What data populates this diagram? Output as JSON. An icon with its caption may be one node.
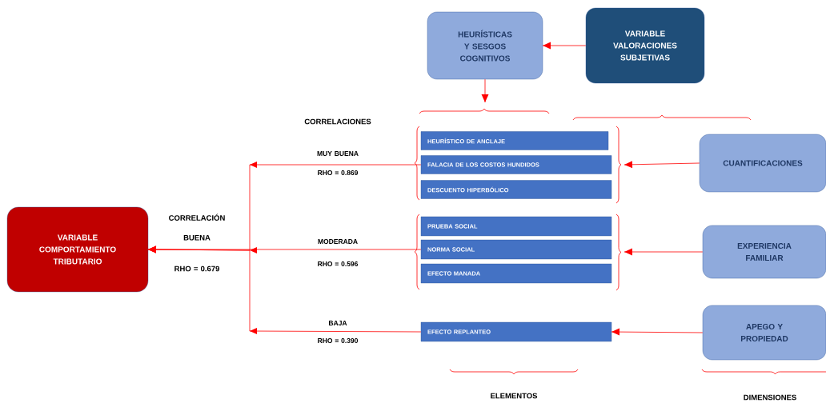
{
  "diagram": {
    "nodes": [
      {
        "text": [
          "VARIABLE COMPORTAMIENTO TRIBUTARIO"
        ]
      },
      {
        "text": [
          "HEURÍSTICAS Y SESGOS COGNITIVOS"
        ]
      },
      {
        "text": [
          "VARIABLE VALORACIONES SUBJETIVAS"
        ]
      },
      {
        "text": [
          "HEURÍSTICO DE ANCLAJE"
        ]
      },
      {
        "text": [
          "FALACIA DE LOS COSTOS HUNDIDOS"
        ]
      },
      {
        "text": [
          "DESCUENTO HIPERBÓLICO"
        ]
      },
      {
        "text": [
          "CUANTIFICACIONES"
        ]
      },
      {
        "text": [
          "PRUEBA SOCIAL"
        ]
      },
      {
        "text": [
          "NORMA SOCIAL"
        ]
      },
      {
        "text": [
          "EFECTO MANADA"
        ]
      },
      {
        "text": [
          "EXPERIENCIA FAMILIAR"
        ]
      },
      {
        "text": [
          "EFECTO REPLANTEO"
        ]
      },
      {
        "text": [
          "APEGO Y PROPIEDAD"
        ]
      }
    ],
    "edges": [
      {
        "from": 2,
        "to": 1,
        "arrow": "to"
      },
      {
        "from": 1,
        "to": null,
        "arrow": "to"
      },
      {
        "from": 6,
        "to": null,
        "arrow": "to"
      },
      {
        "from": 10,
        "to": null,
        "arrow": "to"
      },
      {
        "from": 12,
        "to": 11,
        "arrow": "to"
      },
      {
        "from": 4,
        "to": 0,
        "arrow": "to"
      },
      {
        "from": 8,
        "to": 0,
        "arrow": "to"
      },
      {
        "from": 11,
        "to": 0,
        "arrow": "to"
      }
    ],
    "labels": [
      "CORRELACIONES",
      "MUY BUENA",
      "RHO = 0.869",
      "CORRELACIÓN BUENA",
      "RHO = 0.679",
      "MODERADA",
      "RHO = 0.596",
      "BAJA",
      "RHO = 0.390",
      "ELEMENTOS",
      "DIMENSIONES"
    ]
  }
}
